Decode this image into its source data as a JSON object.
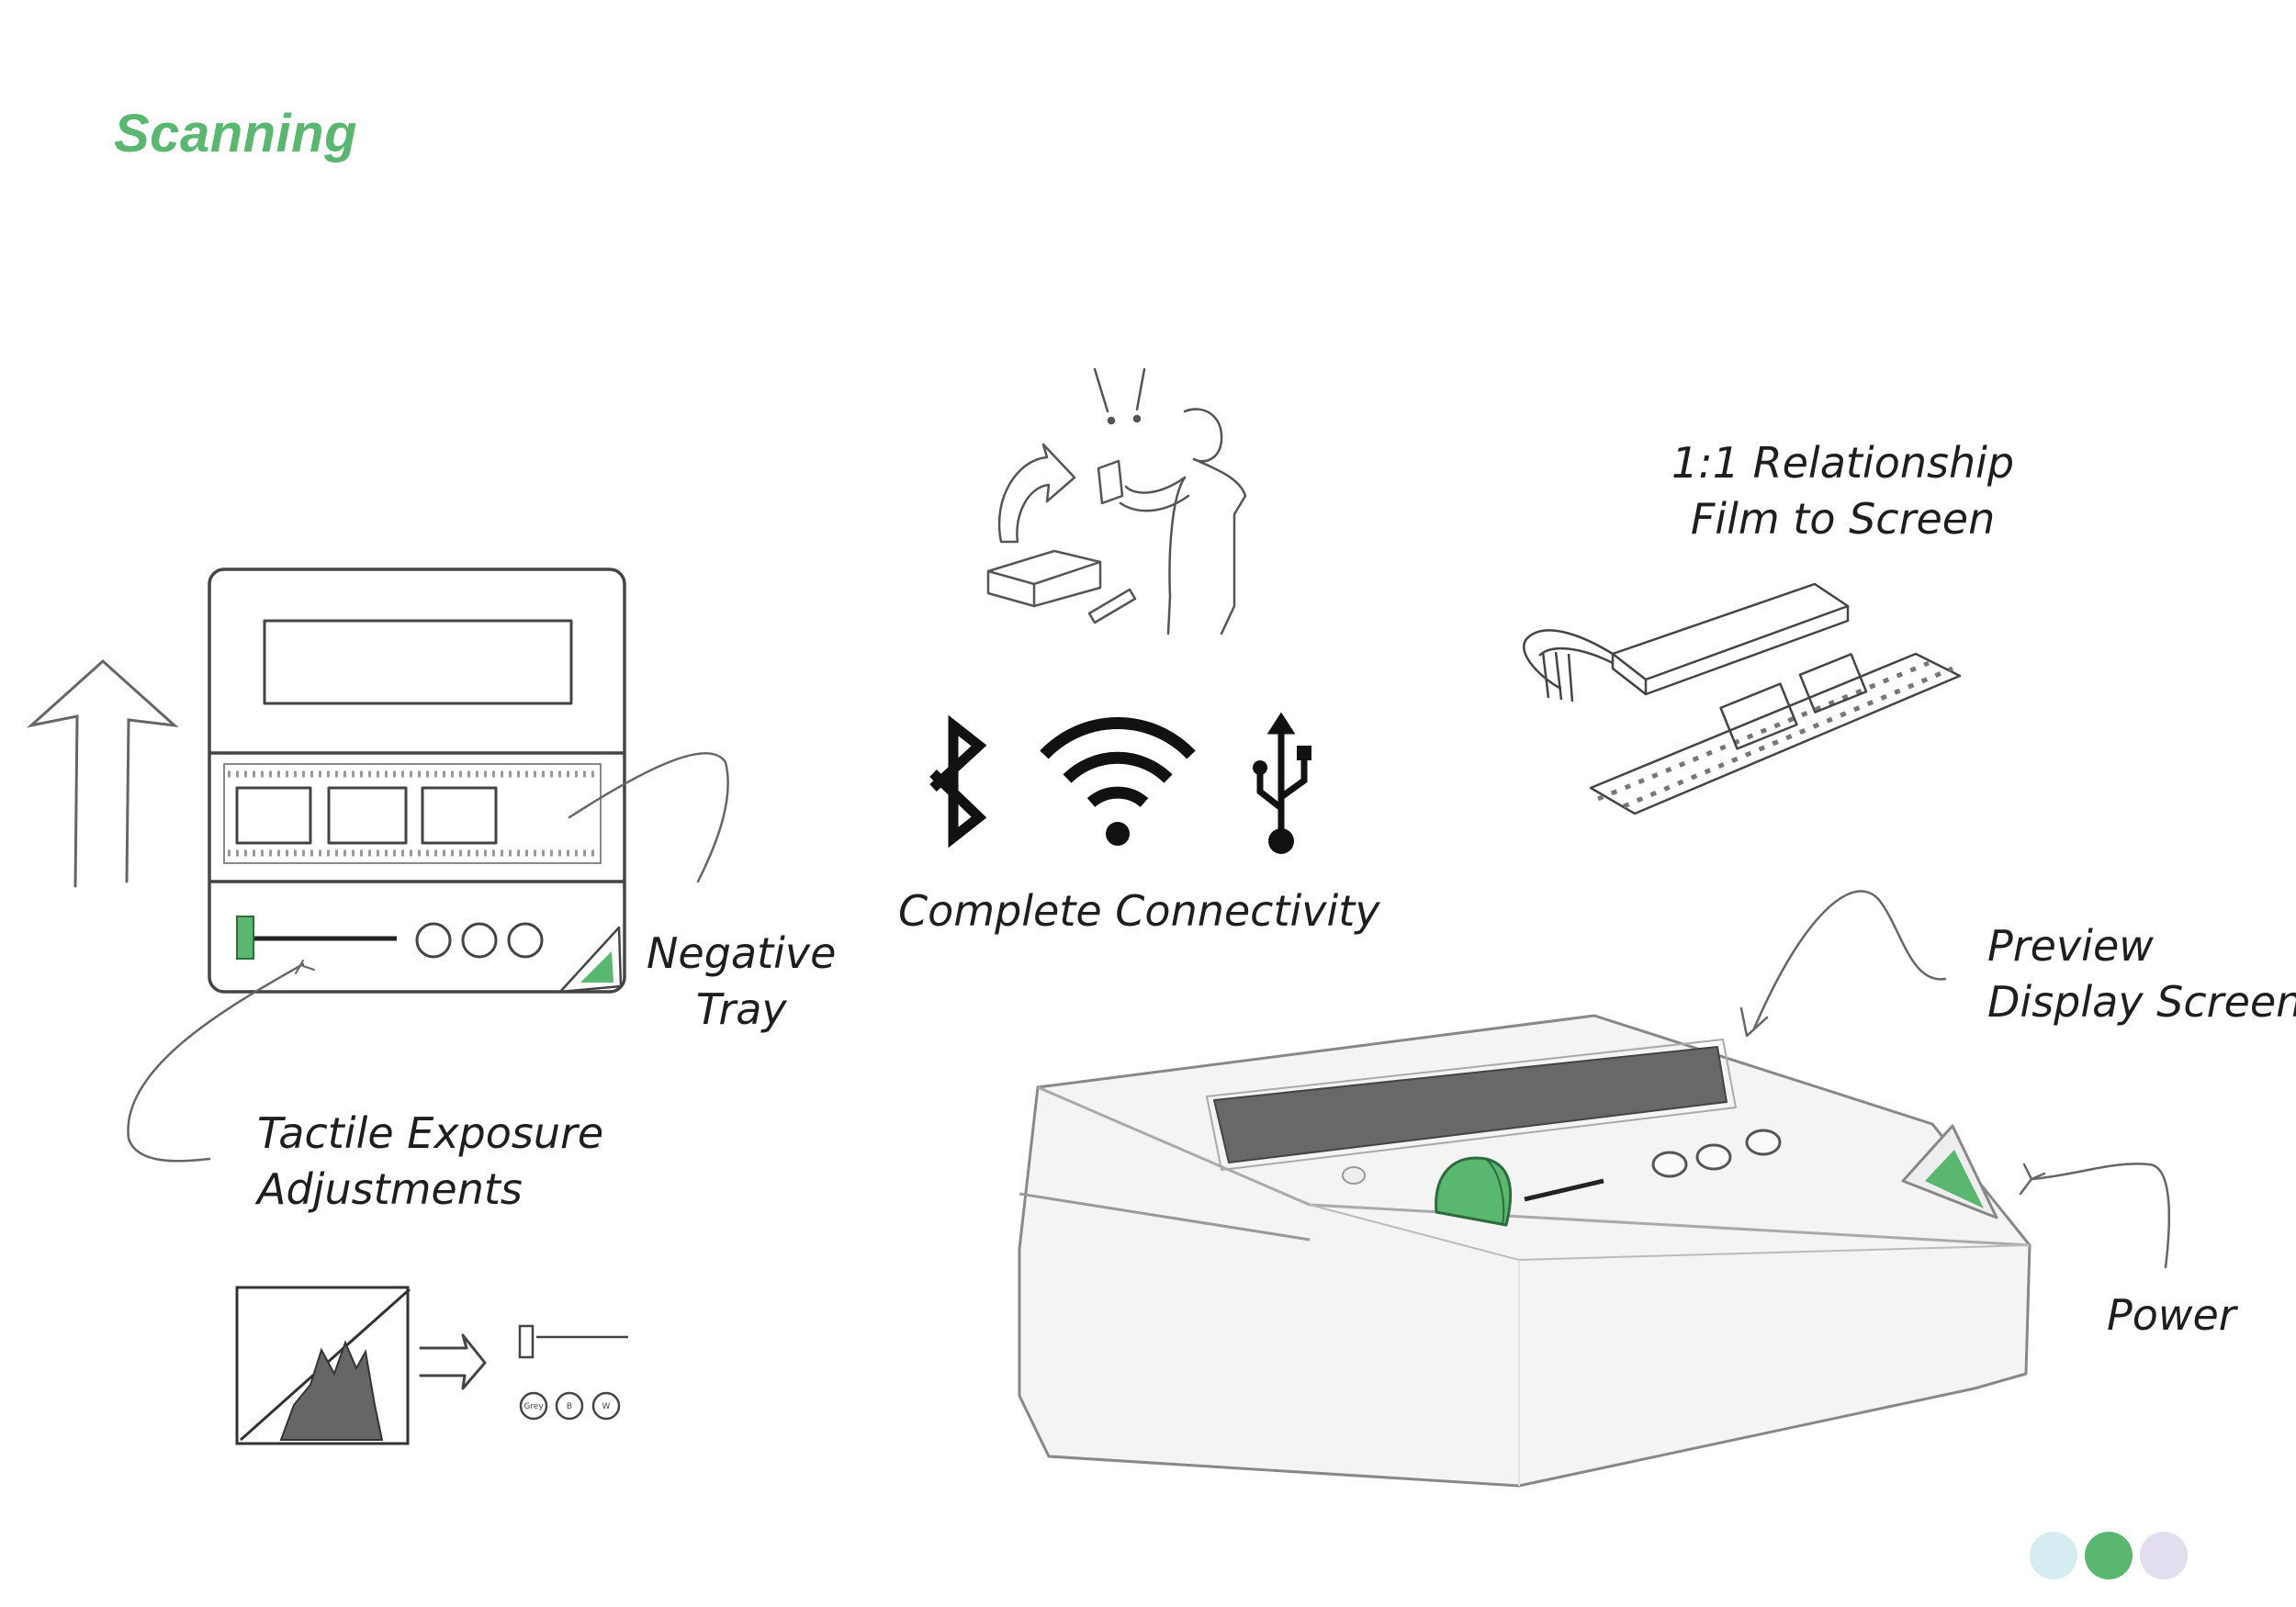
{
  "title": "Scanning",
  "labels": {
    "negative_tray": [
      "Negative",
      "Tray"
    ],
    "tactile_exposure": [
      "Tactile Exposure",
      "Adjustments"
    ],
    "connectivity": "Complete Connectivity",
    "relationship": [
      "1:1 Relationship",
      "Film to Screen"
    ],
    "preview_screen": [
      "Preview",
      "Display Screen"
    ],
    "power": "Power",
    "exposure_buttons": [
      "Grey",
      "B",
      "W"
    ]
  },
  "connectivity_icons": [
    "bluetooth-icon",
    "wifi-icon",
    "usb-icon"
  ],
  "pager": {
    "total": 3,
    "active": 2
  },
  "colors": {
    "accent": "#5ab770",
    "ink": "#1e1e1e",
    "sketch": "#555555",
    "dot_left": "#d6ecf3",
    "dot_active": "#5ab770",
    "dot_right": "#e2def0"
  }
}
